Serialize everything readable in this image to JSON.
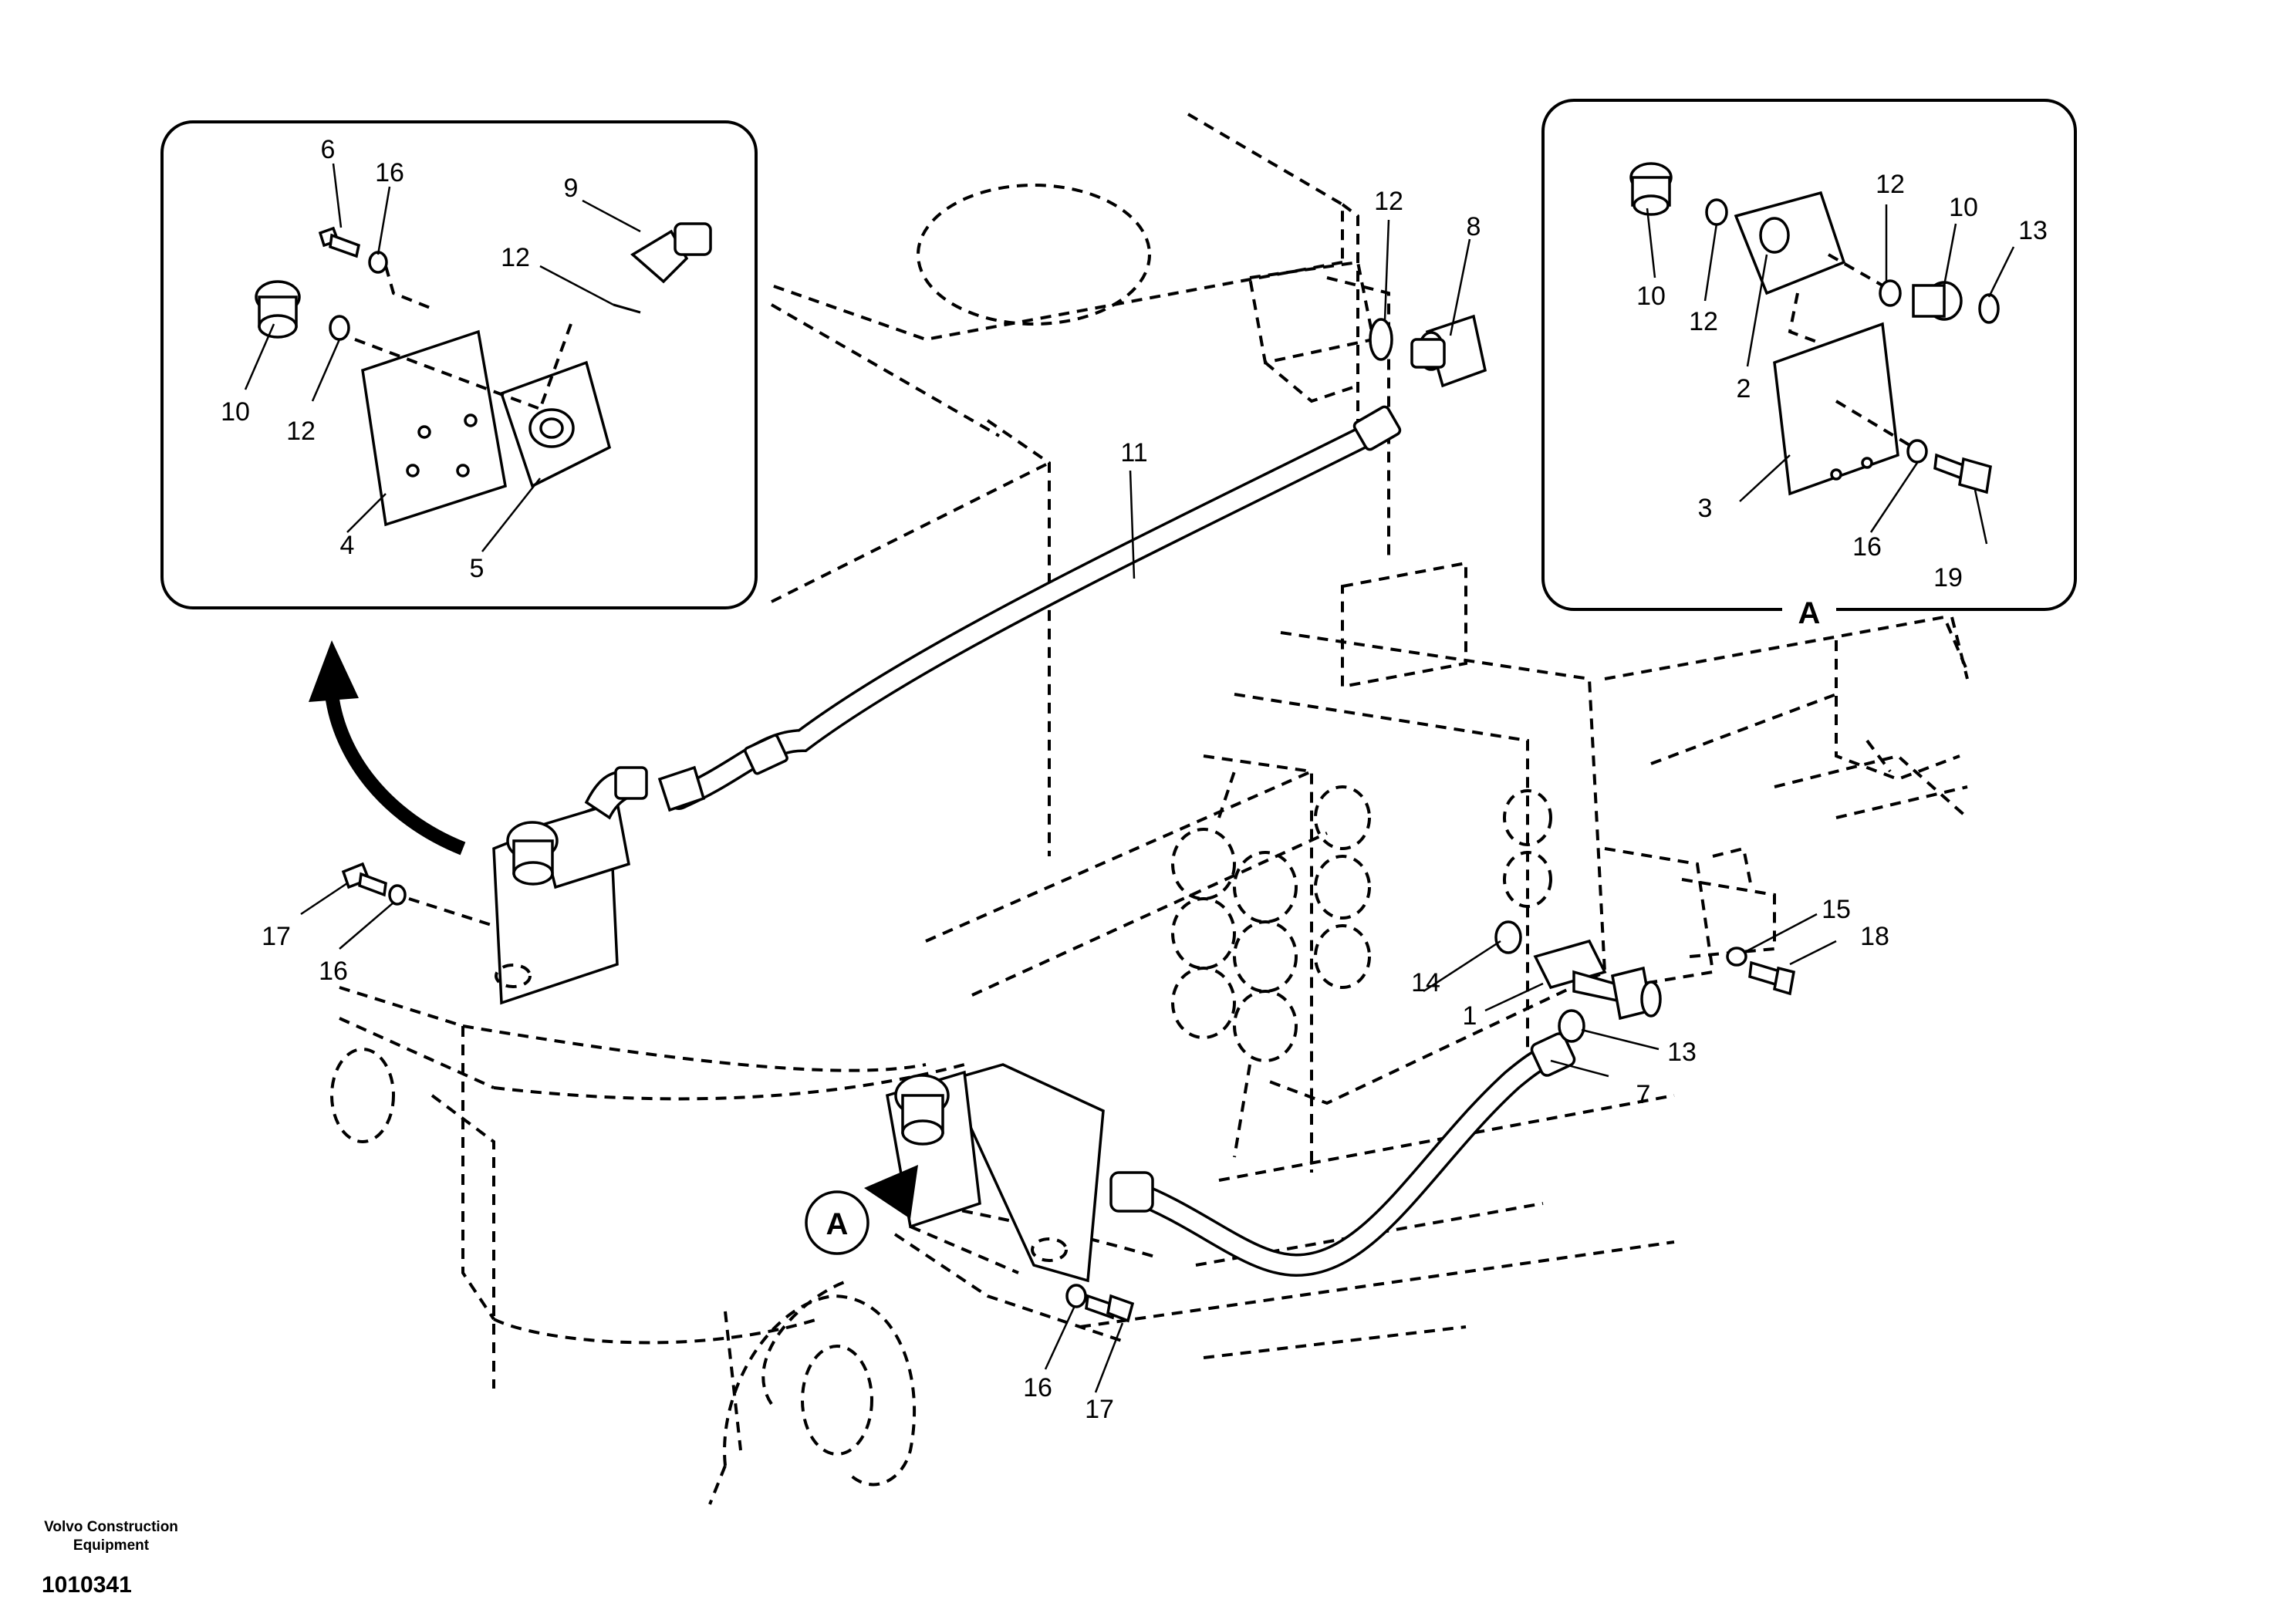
{
  "labels": {
    "l1": "1",
    "l2": "2",
    "l3": "3",
    "l4": "4",
    "l5": "5",
    "l6": "6",
    "l7": "7",
    "l8": "8",
    "l9": "9",
    "l10a": "10",
    "l10b": "10",
    "l10c": "10",
    "l11": "11",
    "l12a": "12",
    "l12b": "12",
    "l12c": "12",
    "l12d": "12",
    "l12e": "12",
    "l13a": "13",
    "l13b": "13",
    "l14": "14",
    "l15": "15",
    "l16a": "16",
    "l16b": "16",
    "l16c": "16",
    "l16d": "16",
    "l17a": "17",
    "l17b": "17",
    "l18": "18",
    "l19": "19"
  },
  "view_marker": "A",
  "view_title": "A",
  "footer": {
    "maker_line1": "Volvo Construction",
    "maker_line2": "Equipment",
    "doc_number": "1010341"
  }
}
